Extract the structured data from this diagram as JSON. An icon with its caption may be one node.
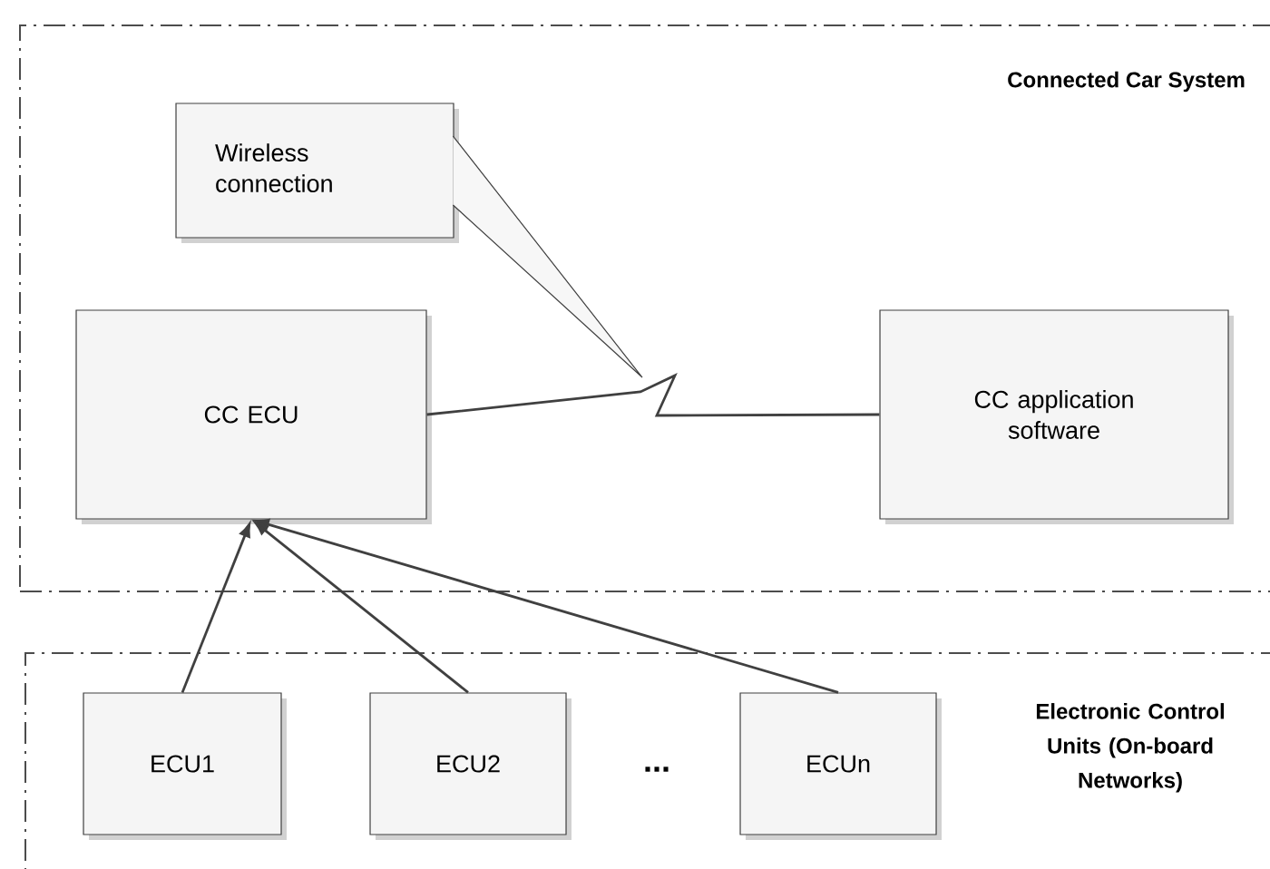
{
  "diagram": {
    "nodes": [
      {
        "text": [
          "Connected Car System"
        ]
      },
      {
        "text": [
          "Wireless connection"
        ],
        "in": 0
      },
      {
        "text": [
          "CC ECU"
        ],
        "in": 0
      },
      {
        "text": [
          "CC application software"
        ],
        "in": 0
      },
      {
        "text": [
          "Electronic Control Units (On-board Networks)"
        ]
      },
      {
        "text": [
          "ECU1"
        ],
        "in": 4
      },
      {
        "text": [
          "ECU2"
        ],
        "in": 4
      },
      {
        "text": [
          "ECUn"
        ],
        "in": 4
      }
    ],
    "edges": [
      {
        "from": 2,
        "to": 3,
        "arrow": "none"
      },
      {
        "from": 5,
        "to": 2,
        "arrow": "to"
      },
      {
        "from": 6,
        "to": 2,
        "arrow": "to"
      },
      {
        "from": 7,
        "to": 2,
        "arrow": "to"
      }
    ],
    "labels": [
      "..."
    ]
  }
}
